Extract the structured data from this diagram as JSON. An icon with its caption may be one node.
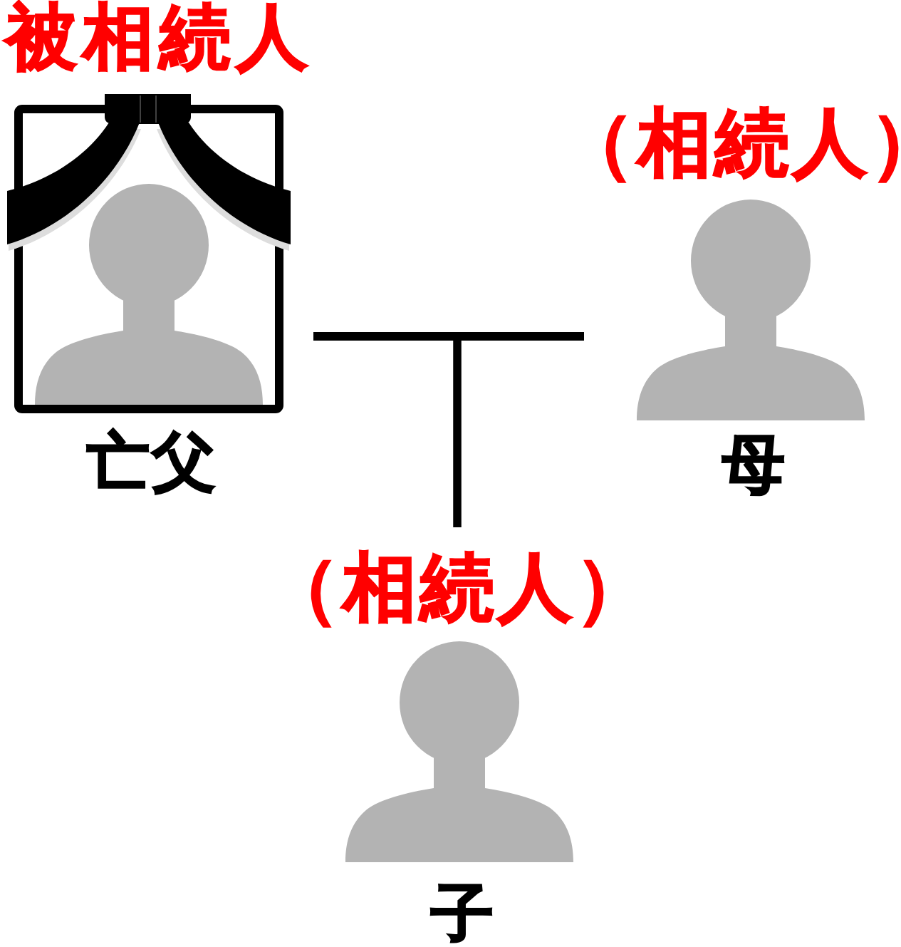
{
  "diagram": {
    "nodes": [
      {
        "text": [
          "被相続人",
          "亡父"
        ]
      },
      {
        "text": [],
        "shape": "picture",
        "in": 0
      },
      {
        "text": [
          "（相続人）",
          "母"
        ]
      },
      {
        "text": [],
        "shape": "person",
        "in": 2
      },
      {
        "text": [
          "（相続人）",
          "子"
        ]
      },
      {
        "text": [],
        "shape": "person",
        "in": 4
      }
    ],
    "edges": [
      {
        "from": 0,
        "to": 2,
        "arrow": "none"
      },
      {
        "from": 0,
        "to": 4,
        "arrow": "none"
      },
      {
        "from": 2,
        "to": 4,
        "arrow": "none"
      }
    ]
  }
}
